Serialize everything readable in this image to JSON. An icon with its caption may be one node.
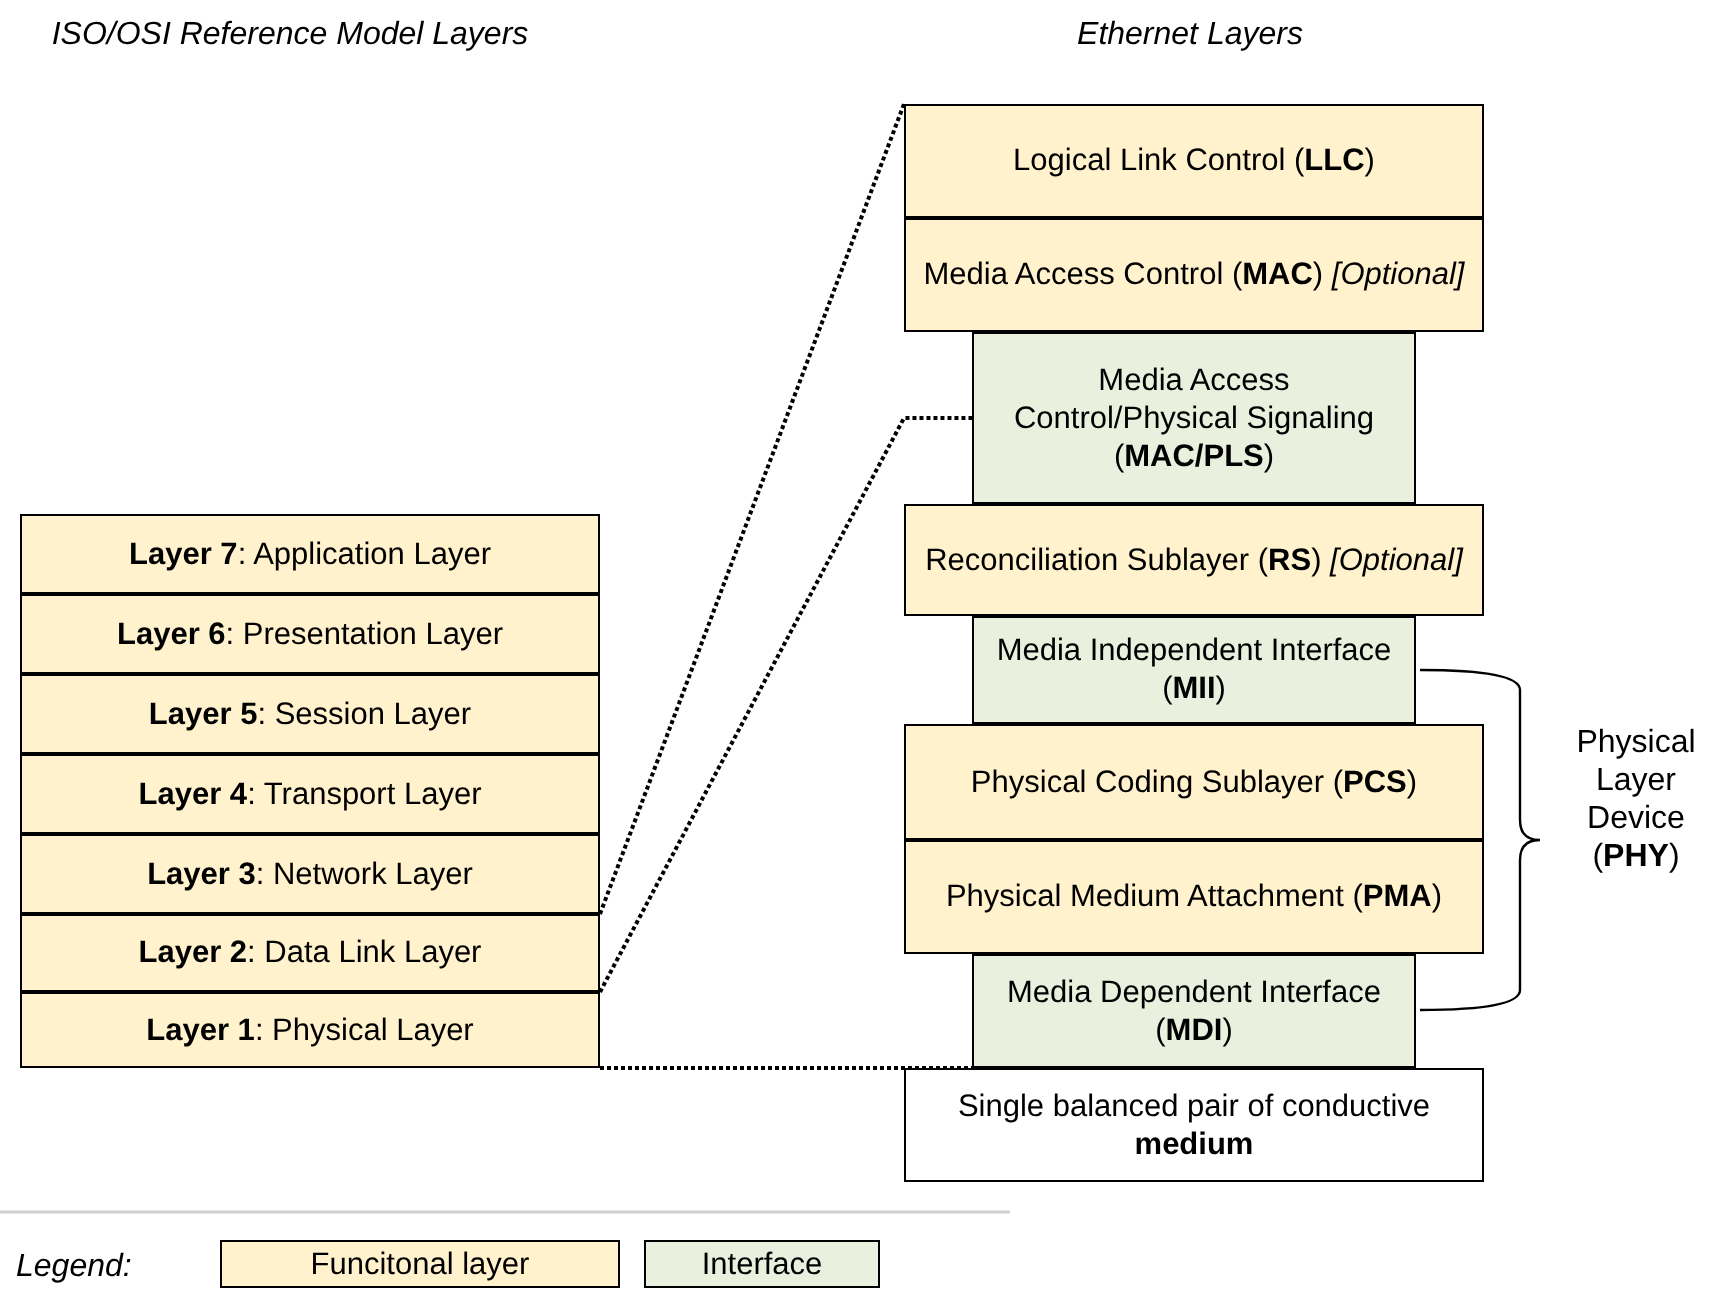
{
  "diagram": {
    "nodes": [
      {
        "text": [
          "**Layer 7**: Application Layer"
        ]
      },
      {
        "text": [
          "**Layer 6**: Presentation Layer"
        ]
      },
      {
        "text": [
          "**Layer 5**: Session Layer"
        ]
      },
      {
        "text": [
          "**Layer 4**: Transport Layer"
        ]
      },
      {
        "text": [
          "**Layer 3**: Network Layer"
        ]
      },
      {
        "text": [
          "**Layer 2**: Data Link Layer"
        ]
      },
      {
        "text": [
          "**Layer 1**: Physical Layer"
        ]
      },
      {
        "text": [
          "Logical Link Control (**LLC**)"
        ]
      },
      {
        "text": [
          "Media Access Control (**MAC**) *[Optional]*"
        ]
      },
      {
        "text": [
          "Media Access Control/Physical Signaling (**MAC/PLS**)"
        ]
      },
      {
        "text": [
          "Reconciliation Sublayer (**RS**) *[Optional]*"
        ]
      },
      {
        "text": [
          "Media Independent Interface (**MII**)"
        ]
      },
      {
        "text": [
          "Physical Coding Sublayer (**PCS**)"
        ]
      },
      {
        "text": [
          "Physical Medium Attachment (**PMA**)"
        ]
      },
      {
        "text": [
          "Media Dependent Interface (**MDI**)"
        ]
      },
      {
        "text": [
          "Single balanced pair of conductive **medium**"
        ]
      }
    ],
    "edges": [
      {
        "from": 5,
        "to": 7,
        "arrow": "none",
        "style": "dashed"
      },
      {
        "from": 5,
        "to": 9,
        "arrow": "none",
        "style": "dashed"
      },
      {
        "from": 6,
        "to": 14,
        "arrow": "none",
        "style": "dashed"
      }
    ],
    "labels": [
      "ISO/OSI Reference Model Layers",
      "Ethernet Layers",
      "Physical Layer Device (**PHY**)",
      "Legend:"
    ],
    "legend": [
      {
        "text": "Funcitonal layer",
        "color": "#fff2cc"
      },
      {
        "text": "Interface",
        "color": "#e9f0de"
      }
    ]
  }
}
